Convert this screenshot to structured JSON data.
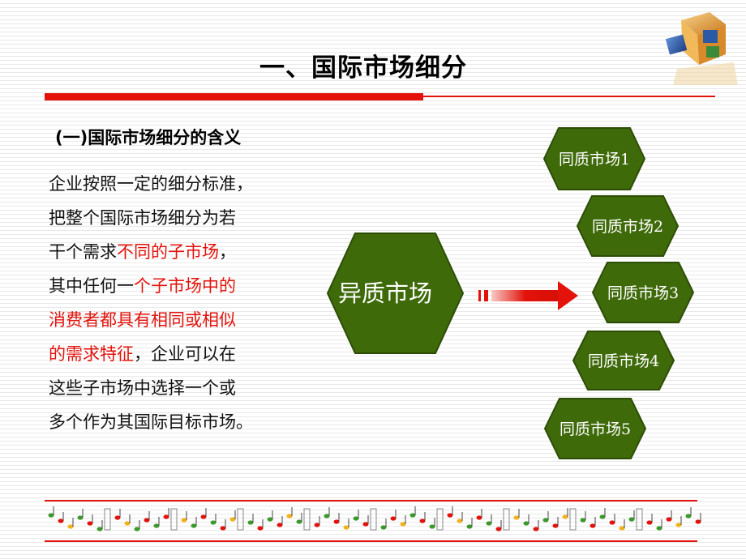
{
  "slide": {
    "title": "一、国际市场细分",
    "subtitle": "(一)国际市场细分的含义",
    "paragraph": [
      {
        "parts": [
          {
            "text": "企业按照一定的细分标准，",
            "red": false
          }
        ]
      },
      {
        "parts": [
          {
            "text": " 把整个国际市场细分为若",
            "red": false
          }
        ]
      },
      {
        "parts": [
          {
            "text": " 干个需求",
            "red": false
          },
          {
            "text": "不同的子市场",
            "red": true
          },
          {
            "text": "，",
            "red": false
          }
        ]
      },
      {
        "parts": [
          {
            "text": " 其中任何一",
            "red": false
          },
          {
            "text": "个子市场中的",
            "red": true
          }
        ]
      },
      {
        "parts": [
          {
            "text": " 消费者都具有相同或相似",
            "red": true
          }
        ]
      },
      {
        "parts": [
          {
            "text": " 的需求特征",
            "red": true
          },
          {
            "text": "，企业可以在",
            "red": false
          }
        ]
      },
      {
        "parts": [
          {
            "text": " 这些子市场中选择一个或",
            "red": false
          }
        ]
      },
      {
        "parts": [
          {
            "text": " 多个作为其国际目标市场。",
            "red": false
          }
        ]
      }
    ]
  },
  "diagram": {
    "source_label": "异质市场",
    "targets": [
      "同质市场1",
      "同质市场2",
      "同质市场3",
      "同质市场4",
      "同质市场5"
    ],
    "colors": {
      "hex_fill": "#3f6a0a",
      "hex_stroke": "#2d4d06",
      "arrow": "#e3120b",
      "text": "#ffffff"
    }
  },
  "colors": {
    "accent": "#e3120b"
  }
}
